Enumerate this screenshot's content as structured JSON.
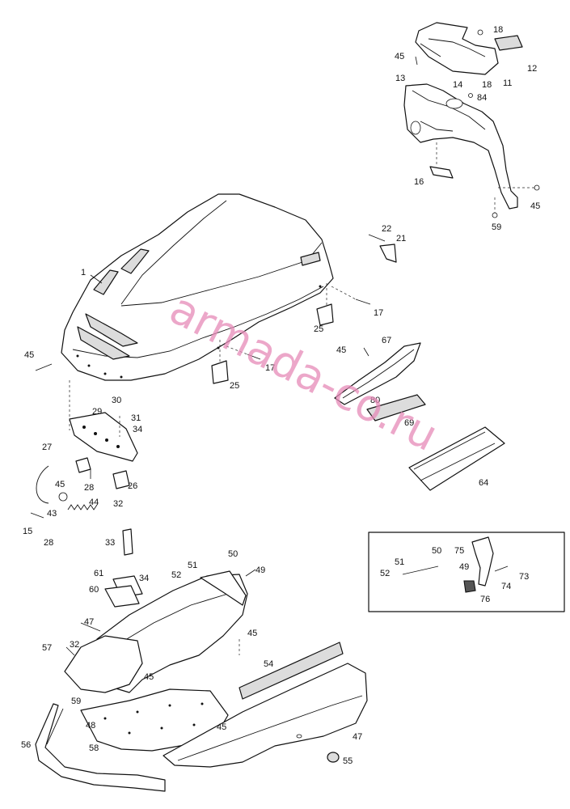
{
  "watermark": "armada-co.ru",
  "callouts": {
    "c1": "1",
    "c11": "11",
    "c12": "12",
    "c13": "13",
    "c14": "14",
    "c15": "15",
    "c16": "16",
    "c17a": "17",
    "c17b": "17",
    "c18a": "18",
    "c18b": "18",
    "c21": "21",
    "c22": "22",
    "c25a": "25",
    "c25b": "25",
    "c26": "26",
    "c27": "27",
    "c28a": "28",
    "c28b": "28",
    "c29": "29",
    "c30": "30",
    "c31": "31",
    "c32a": "32",
    "c32b": "32",
    "c33": "33",
    "c34a": "34",
    "c34b": "34",
    "c43": "43",
    "c44": "44",
    "c45a": "45",
    "c45b": "45",
    "c45c": "45",
    "c45d": "45",
    "c45e": "45",
    "c45f": "45",
    "c45g": "45",
    "c45h": "45",
    "c47a": "47",
    "c47b": "47",
    "c48": "48",
    "c49a": "49",
    "c49b": "49",
    "c50a": "50",
    "c50b": "50",
    "c51a": "51",
    "c51b": "51",
    "c52a": "52",
    "c52b": "52",
    "c54": "54",
    "c55": "55",
    "c56": "56",
    "c57": "57",
    "c58": "58",
    "c59a": "59",
    "c59b": "59",
    "c60": "60",
    "c61": "61",
    "c64": "64",
    "c67": "67",
    "c69": "69",
    "c73": "73",
    "c74": "74",
    "c75": "75",
    "c76": "76",
    "c80": "80",
    "c84": "84"
  }
}
